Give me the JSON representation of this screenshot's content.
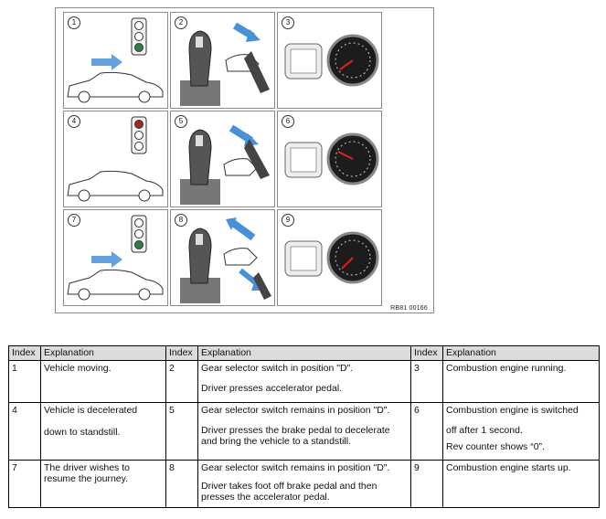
{
  "figure": {
    "code": "RB81 00166",
    "panels": [
      {
        "number": "1",
        "icon": "vehicle-moving-green-light"
      },
      {
        "number": "2",
        "icon": "gear-selector-accelerator-pedal"
      },
      {
        "number": "3",
        "icon": "engine-running-rev-counter"
      },
      {
        "number": "4",
        "icon": "vehicle-stopped-red-light"
      },
      {
        "number": "5",
        "icon": "gear-selector-brake-pedal"
      },
      {
        "number": "6",
        "icon": "engine-off-rev-counter"
      },
      {
        "number": "7",
        "icon": "vehicle-starting-green-light"
      },
      {
        "number": "8",
        "icon": "gear-selector-release-brake-press-accelerator"
      },
      {
        "number": "9",
        "icon": "engine-restart-rev-counter"
      }
    ],
    "colors": {
      "arrow": "#4a90d9",
      "light_green": "#2e7d4f",
      "light_red": "#9a2a2a"
    }
  },
  "table": {
    "headers": [
      "Index",
      "Explanation",
      "Index",
      "Explanation",
      "Index",
      "Explanation"
    ],
    "rows": [
      {
        "i1": "1",
        "e1": [
          "Vehicle moving."
        ],
        "i2": "2",
        "e2": [
          "Gear selector switch in position \"D\".",
          "Driver presses accelerator pedal."
        ],
        "i3": "3",
        "e3": [
          "Combustion engine running."
        ]
      },
      {
        "i1": "4",
        "e1": [
          "Vehicle is decelerated",
          "down to standstill."
        ],
        "i2": "5",
        "e2": [
          "Gear selector switch remains in position \"D\".",
          "Driver presses the brake pedal to decelerate and bring the vehicle to a standstill."
        ],
        "i3": "6",
        "e3": [
          "Combustion engine is switched",
          "off after 1 second.",
          "Rev counter shows “0”."
        ]
      },
      {
        "i1": "7",
        "e1": [
          "The driver wishes to resume the journey."
        ],
        "i2": "8",
        "e2": [
          "Gear selector switch remains in position \"D\".",
          "Driver takes foot off brake pedal and then presses the accelerator pedal."
        ],
        "i3": "9",
        "e3": [
          "Combustion engine starts up."
        ]
      }
    ]
  }
}
